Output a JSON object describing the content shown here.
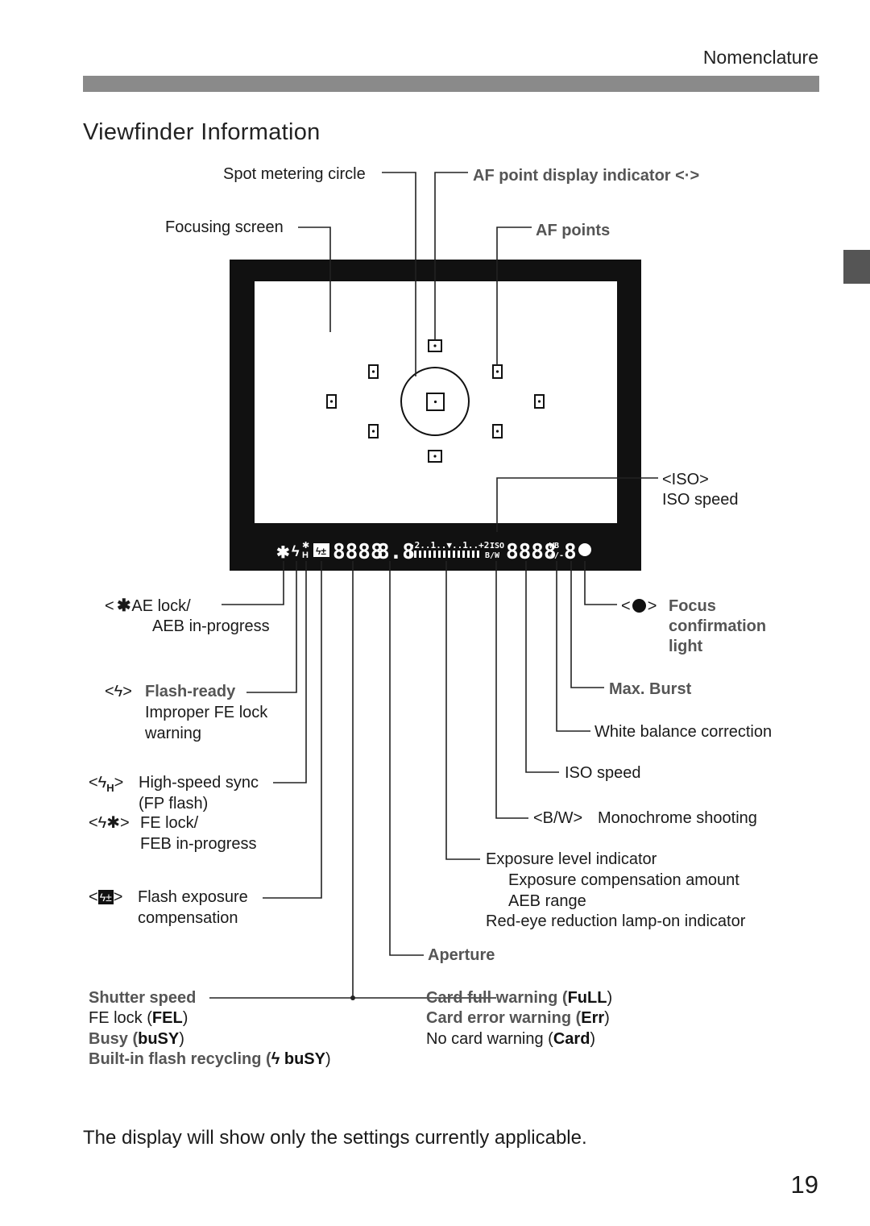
{
  "header": {
    "section": "Nomenclature",
    "title": "Viewfinder Information"
  },
  "labels": {
    "spot_metering": "Spot metering circle",
    "af_point_display": "AF point display indicator <·>",
    "focusing_screen": "Focusing screen",
    "af_points": "AF points",
    "iso_icon": "<ISO>",
    "iso_speed_top": "ISO speed",
    "ae_lock_1": "< > AE lock/",
    "ae_lock_2": "AEB in-progress",
    "focus_conf_1": "Focus",
    "focus_conf_2": "confirmation",
    "focus_conf_3": "light",
    "flash_ready": "Flash-ready",
    "flash_ready_2": "Improper FE lock",
    "flash_ready_3": "warning",
    "max_burst": "Max. Burst",
    "wb_correction": "White balance correction",
    "iso_speed": "ISO speed",
    "hs_sync_1": "High-speed sync",
    "hs_sync_2": "(FP flash)",
    "fe_lock_1": "FE lock/",
    "fe_lock_2": "FEB in-progress",
    "monochrome": "Monochrome shooting",
    "bw_icon": "<B/W>",
    "exp_level_1": "Exposure level indicator",
    "exp_level_2": "Exposure compensation amount",
    "exp_level_3": "AEB range",
    "exp_level_4": "Red-eye reduction lamp-on indicator",
    "flash_comp_1": "Flash exposure",
    "flash_comp_2": "compensation",
    "aperture": "Aperture",
    "shutter_speed": "Shutter speed",
    "fe_lock_fel_pre": "FE lock (",
    "fe_lock_fel": "FEL",
    "busy_pre": "Busy (",
    "busy": "buSY",
    "builtin_flash_pre": "Built-in flash recycling (",
    "builtin_flash": "buSY",
    "card_full_pre": "Card full warning (",
    "card_full": "FuLL",
    "card_error_pre": "Card error warning (",
    "card_error": "Err",
    "no_card_pre": "No card warning (",
    "no_card": "Card",
    "close_paren": ")"
  },
  "lcd": {
    "segments_left": "8888",
    "aperture_digits": "8.8",
    "scale": "-2..1..▼..1..+2",
    "iso_label": "ISO",
    "bw_label": "B/W",
    "iso_digits": "8888",
    "wb_label": "WB",
    "wb_sign": "+/-",
    "burst_digit": "8"
  },
  "footer": {
    "note": "The display will show only the settings currently applicable.",
    "page_number": "19"
  },
  "colors": {
    "frame": "#111111",
    "rule": "#8a8a8a",
    "bold_label": "#555555"
  },
  "icons": [
    "ae-lock-icon",
    "flash-icon",
    "high-speed-sync-icon",
    "fe-lock-icon",
    "flash-comp-icon",
    "focus-dot-icon",
    "bw-icon",
    "iso-icon"
  ]
}
